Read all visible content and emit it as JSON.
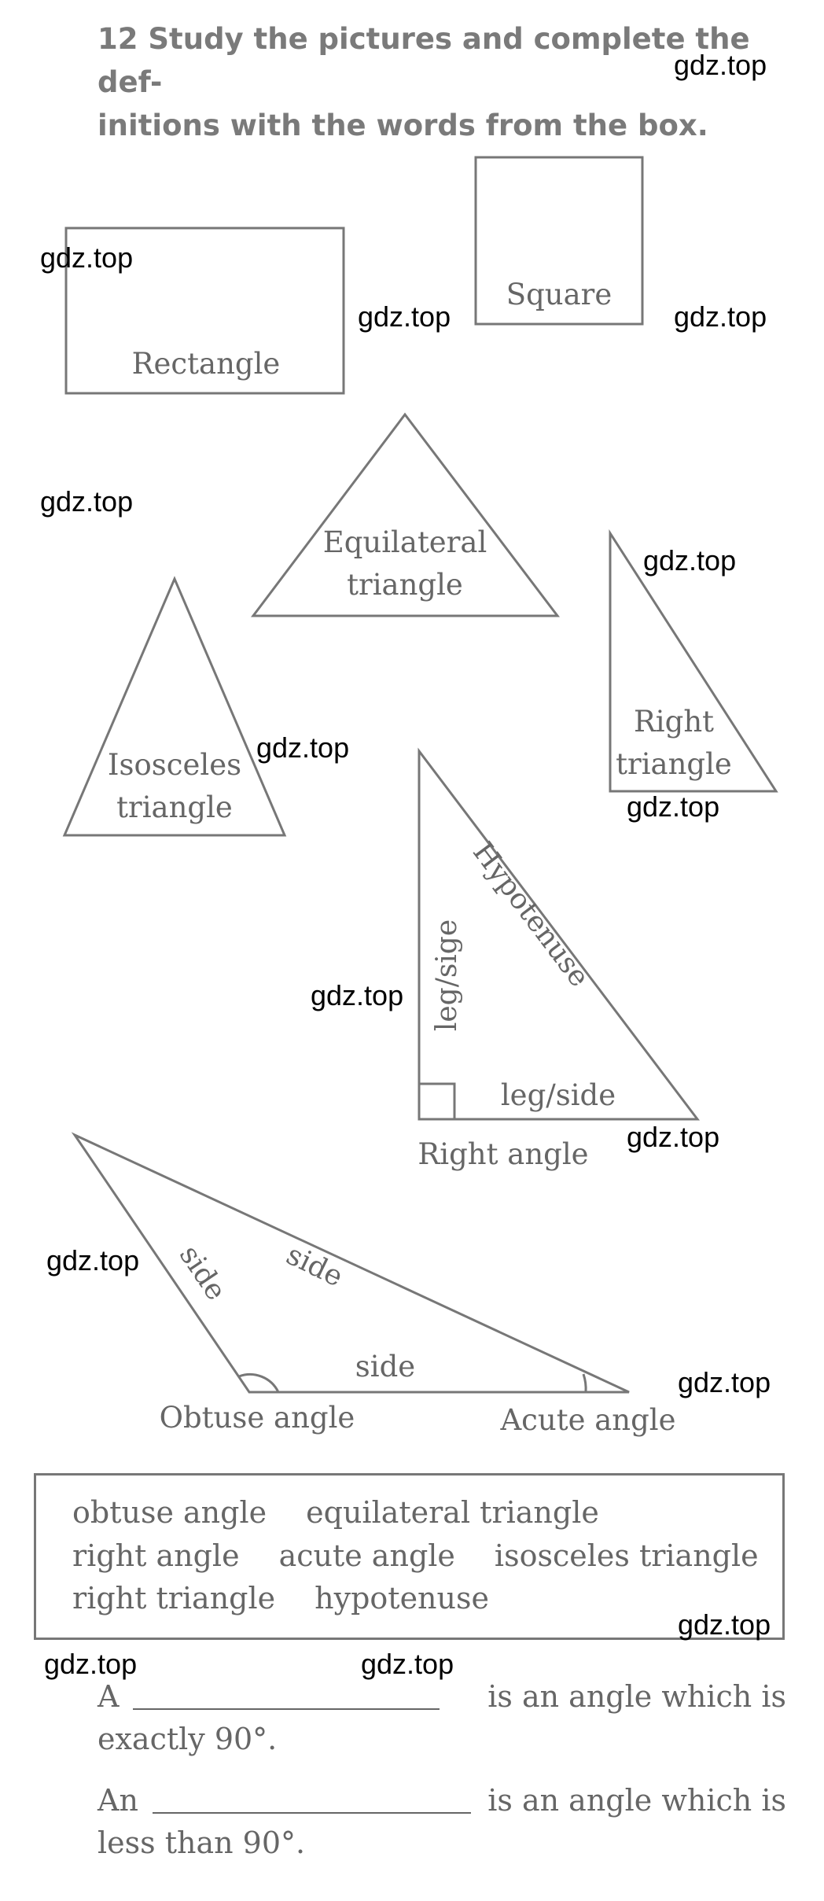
{
  "exercise": {
    "number": "12",
    "instruction_line1": "Study the pictures and complete the def-",
    "instruction_line2": "initions with the words from the box."
  },
  "watermark": "gdz.top",
  "figures": {
    "rectangle": "Rectangle",
    "square": "Square",
    "equilateral_line1": "Equilateral",
    "equilateral_line2": "triangle",
    "right_line1": "Right",
    "right_line2": "triangle",
    "isosceles_line1": "Isosceles",
    "isosceles_line2": "triangle",
    "hypotenuse": "Hypotenuse",
    "leg_vertical": "leg/sige",
    "leg_horizontal": "leg/side",
    "right_angle": "Right angle",
    "side_left": "side",
    "side_top": "side",
    "side_bottom": "side",
    "obtuse_angle": "Obtuse angle",
    "acute_angle": "Acute angle"
  },
  "word_box": {
    "row1": [
      "obtuse angle",
      "equilateral triangle"
    ],
    "row2": [
      "right angle",
      "acute angle",
      "isosceles triangle"
    ],
    "row3": [
      "right triangle",
      "hypotenuse"
    ]
  },
  "sentences": [
    {
      "before": "A",
      "after_line1": "is an angle which is",
      "line2": "exactly 90°."
    },
    {
      "before": "An",
      "after_line1": "is an angle which is",
      "line2": "less than 90°."
    }
  ]
}
